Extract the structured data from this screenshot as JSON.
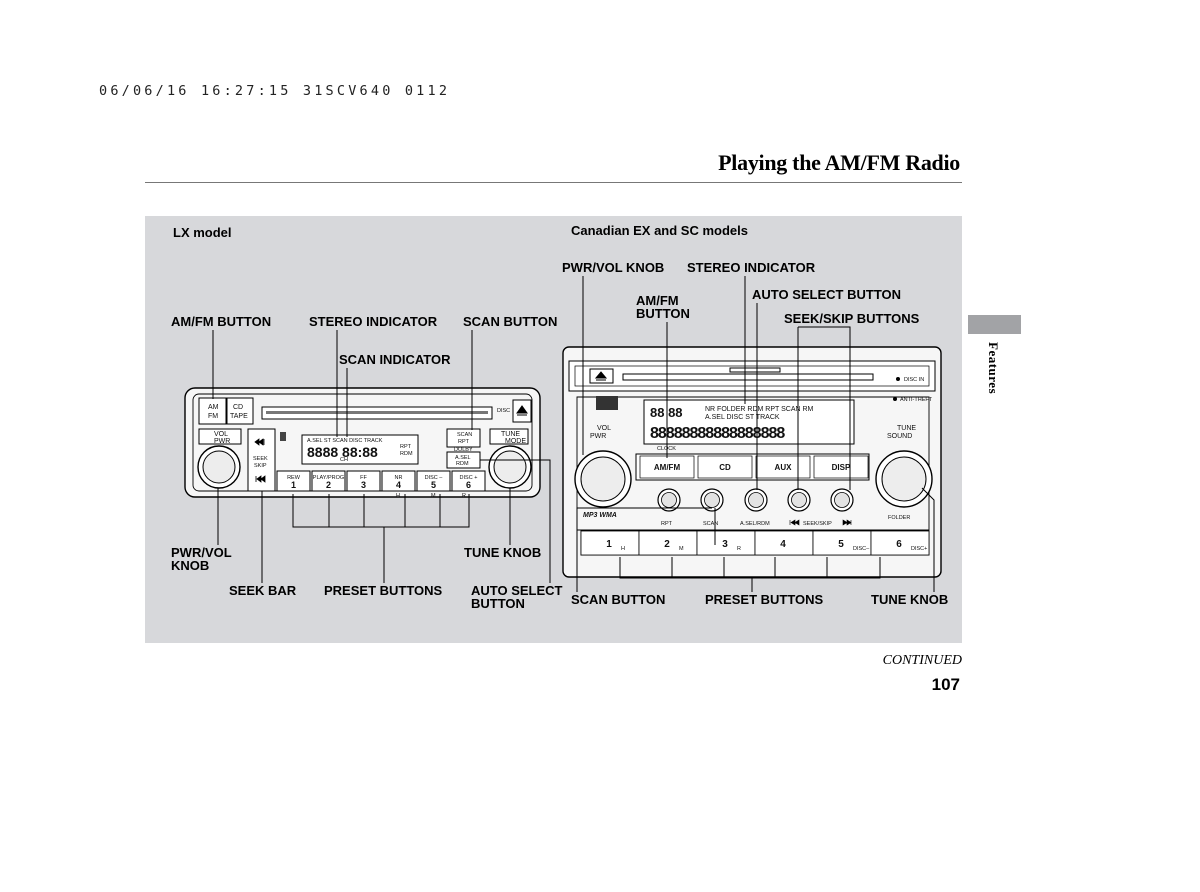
{
  "header": {
    "print_stamp": "06/06/16 16:27:15 31SCV640 0112",
    "page_title": "Playing the AM/FM Radio"
  },
  "sidebar": {
    "section_label": "Features"
  },
  "footer": {
    "continued": "CONTINUED",
    "page_number": "107"
  },
  "lx": {
    "model_label": "LX model",
    "callouts": {
      "am_fm_button": "AM/FM BUTTON",
      "stereo_indicator": "STEREO INDICATOR",
      "scan_button": "SCAN BUTTON",
      "scan_indicator": "SCAN INDICATOR",
      "pwr_vol_knob_1": "PWR/VOL",
      "pwr_vol_knob_2": "KNOB",
      "seek_bar": "SEEK BAR",
      "preset_buttons": "PRESET BUTTONS",
      "tune_knob": "TUNE KNOB",
      "auto_select_1": "AUTO SELECT",
      "auto_select_2": "BUTTON"
    },
    "unit": {
      "am": "AM",
      "fm": "FM",
      "cd": "CD",
      "tape": "TAPE",
      "vol": "VOL",
      "push_pwr": "PWR",
      "seek": "SEEK",
      "skip": "SKIP",
      "display_top": "A.SEL  ST  SCAN  DISC  TRACK",
      "rpt": "RPT",
      "rdm": "RDM",
      "ch": "CH",
      "scan": "SCAN",
      "rpt2": "RPT",
      "dolby": "DOLBY",
      "asel": "A.SEL",
      "rdm2": "RDM",
      "tune": "TUNE",
      "push_mode": "MODE",
      "disc": "DISC",
      "presets": [
        {
          "top": "REW",
          "num": "1"
        },
        {
          "top": "PLAY/PROG",
          "num": "2"
        },
        {
          "top": "FF",
          "num": "3"
        },
        {
          "top": "NR",
          "num": "4"
        },
        {
          "top": "DISC –",
          "num": "5"
        },
        {
          "top": "DISC +",
          "num": "6"
        }
      ],
      "h": "H",
      "m": "M",
      "r": "R"
    }
  },
  "ex": {
    "model_label": "Canadian EX and SC models",
    "callouts": {
      "pwr_vol_knob": "PWR/VOL KNOB",
      "stereo_indicator": "STEREO INDICATOR",
      "am_fm_1": "AM/FM",
      "am_fm_2": "BUTTON",
      "auto_select_button": "AUTO SELECT BUTTON",
      "seek_skip_buttons": "SEEK/SKIP BUTTONS",
      "scan_button": "SCAN BUTTON",
      "preset_buttons": "PRESET BUTTONS",
      "tune_knob": "TUNE KNOB"
    },
    "unit": {
      "disc_in": "DISC IN",
      "anti_theft": "ANTI-THEFT",
      "display_top": "NR  FOLDER  RDM  RPT  SCAN  RM",
      "display_mid": "A.SEL DISC ST  TRACK",
      "vol": "VOL",
      "push_pwr": "PWR",
      "tune": "TUNE",
      "push_sound": "SOUND",
      "clock": "CLOCK",
      "am_fm": "AM/FM",
      "cd": "CD",
      "aux": "AUX",
      "disp": "DISP",
      "mp3_wma": "MP3  WMA",
      "rpt": "RPT",
      "scan": "SCAN",
      "asel_rdm": "A.SEL/RDM",
      "seek_skip": "SEEK/SKIP",
      "folder": "FOLDER",
      "presets": [
        {
          "num": "1",
          "sub": "H"
        },
        {
          "num": "2",
          "sub": "M"
        },
        {
          "num": "3",
          "sub": "R"
        },
        {
          "num": "4",
          "sub": ""
        },
        {
          "num": "5",
          "sub": "DISC–"
        },
        {
          "num": "6",
          "sub": "DISC+"
        }
      ]
    }
  }
}
